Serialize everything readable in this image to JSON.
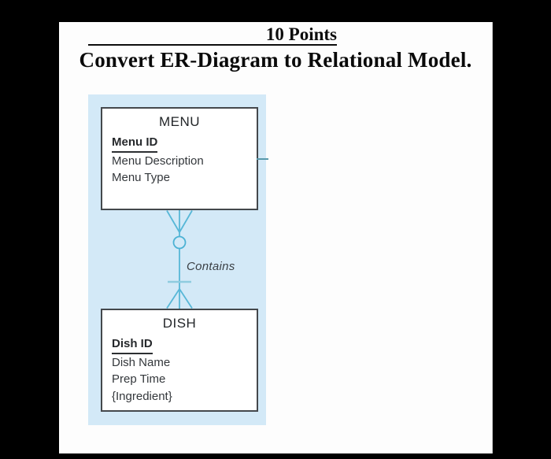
{
  "header": {
    "points_label": "10 Points",
    "title": "Convert ER-Diagram to Relational Model."
  },
  "diagram": {
    "entities": [
      {
        "name": "MENU",
        "attributes": [
          {
            "label": "Menu ID",
            "primary_key": true
          },
          {
            "label": "Menu Description",
            "primary_key": false
          },
          {
            "label": "Menu Type",
            "primary_key": false
          }
        ]
      },
      {
        "name": "DISH",
        "attributes": [
          {
            "label": "Dish ID",
            "primary_key": true
          },
          {
            "label": "Dish Name",
            "primary_key": false
          },
          {
            "label": "Prep Time",
            "primary_key": false
          },
          {
            "label": "{Ingredient}",
            "primary_key": false
          }
        ]
      }
    ],
    "relationship": {
      "label": "Contains",
      "menu_end_notation": "crow's-foot with optional circle",
      "dish_end_notation": "one tick with crow's-foot"
    },
    "colors": {
      "panel_background": "#d3e9f7",
      "connector_line": "#57b7d7",
      "cardinality_tick": "#8fccdf",
      "stub_line": "#5899ab",
      "entity_border": "#44484c"
    }
  }
}
